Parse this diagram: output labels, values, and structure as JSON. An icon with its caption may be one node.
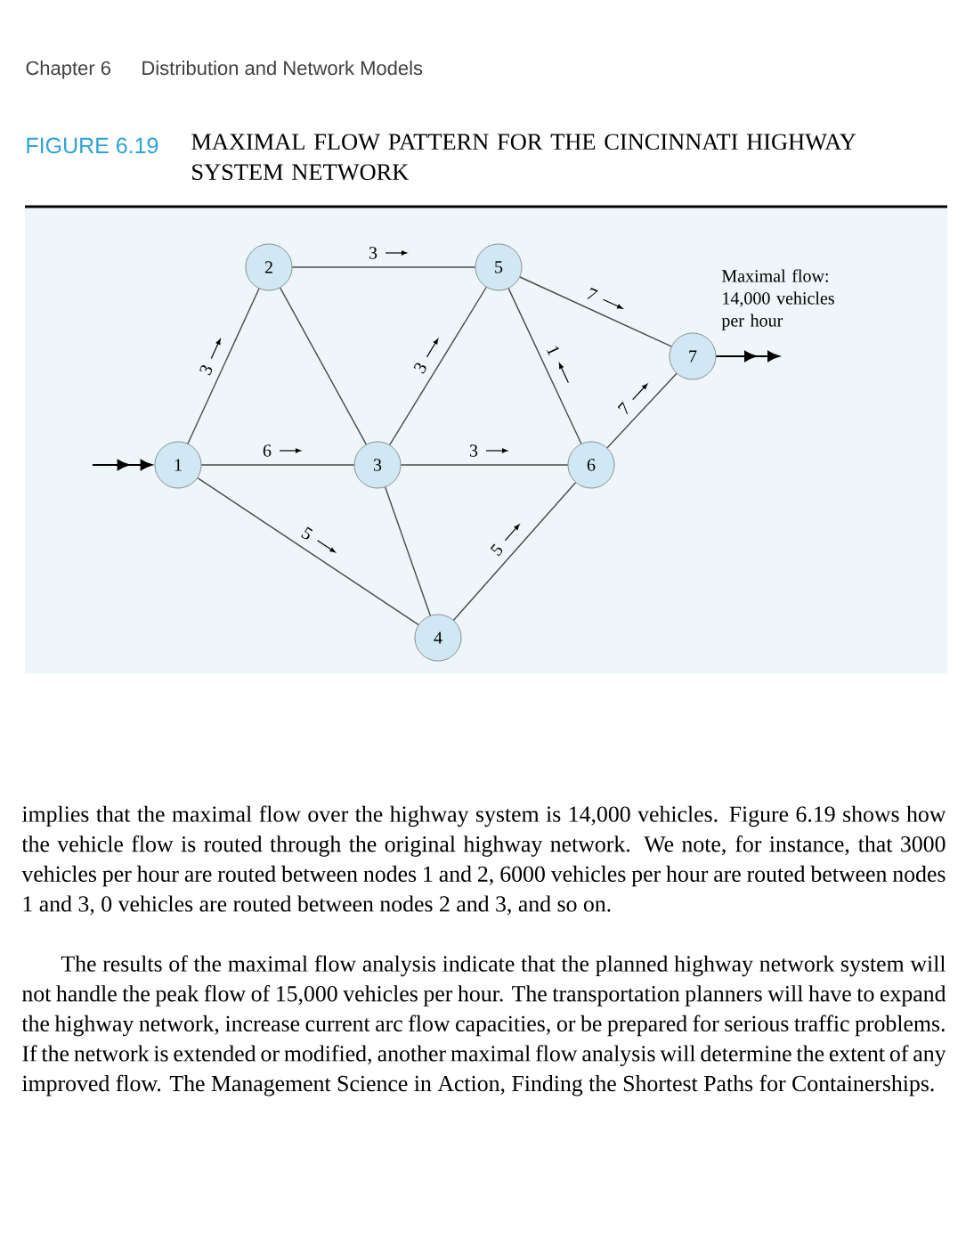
{
  "diagram": {
    "title": "MAXIMAL FLOW PATTERN FOR THE CINCINNATI HIGHWAY SYSTEM NETWORK",
    "nodes": [
      {
        "text": [
          "1"
        ]
      },
      {
        "text": [
          "2"
        ]
      },
      {
        "text": [
          "3"
        ]
      },
      {
        "text": [
          "4"
        ]
      },
      {
        "text": [
          "5"
        ]
      },
      {
        "text": [
          "6"
        ]
      },
      {
        "text": [
          "7"
        ],
        "beside": [
          "Maximal flow: 14,000 vehicles per hour"
        ]
      }
    ],
    "edges": [
      {
        "from": null,
        "to": 0,
        "arrow": "to"
      },
      {
        "from": 0,
        "to": 1,
        "arrow": "none",
        "label": "3"
      },
      {
        "from": 0,
        "to": 2,
        "arrow": "none",
        "label": "6"
      },
      {
        "from": 0,
        "to": 3,
        "arrow": "none",
        "label": "5"
      },
      {
        "from": 1,
        "to": 4,
        "arrow": "none",
        "label": "3"
      },
      {
        "from": 1,
        "to": 2,
        "arrow": "none"
      },
      {
        "from": 2,
        "to": 4,
        "arrow": "none",
        "label": "3"
      },
      {
        "from": 2,
        "to": 5,
        "arrow": "none",
        "label": "3"
      },
      {
        "from": 2,
        "to": 3,
        "arrow": "none"
      },
      {
        "from": 3,
        "to": 5,
        "arrow": "none",
        "label": "5"
      },
      {
        "from": 5,
        "to": 4,
        "arrow": "none",
        "label": "1"
      },
      {
        "from": 4,
        "to": 6,
        "arrow": "none",
        "label": "7"
      },
      {
        "from": 5,
        "to": 6,
        "arrow": "none",
        "label": "7"
      },
      {
        "from": 6,
        "to": null,
        "arrow": "to"
      }
    ],
    "labels": [
      "Chapter 6",
      "Distribution and Network Models",
      "FIGURE 6.19",
      "implies that the maximal flow over the highway system is 14,000 vehicles. Figure 6.19 shows how the vehicle flow is routed through the original highway network. We note, for instance, that 3000 vehicles per hour are routed between nodes 1 and 2, 6000 vehicles per hour are routed between nodes 1 and 3, 0 vehicles are routed between nodes 2 and 3, and so on.",
      "The results of the maximal flow analysis indicate that the planned highway network system will not handle the peak flow of 15,000 vehicles per hour. The transportation planners will have to expand the highway network, increase current arc flow capacities, or be prepared for serious traffic problems. If the network is extended or modified, another maximal flow analysis will determine the extent of any improved flow. The Management Science in Action, Finding the Shortest Paths for Containerships."
    ]
  }
}
